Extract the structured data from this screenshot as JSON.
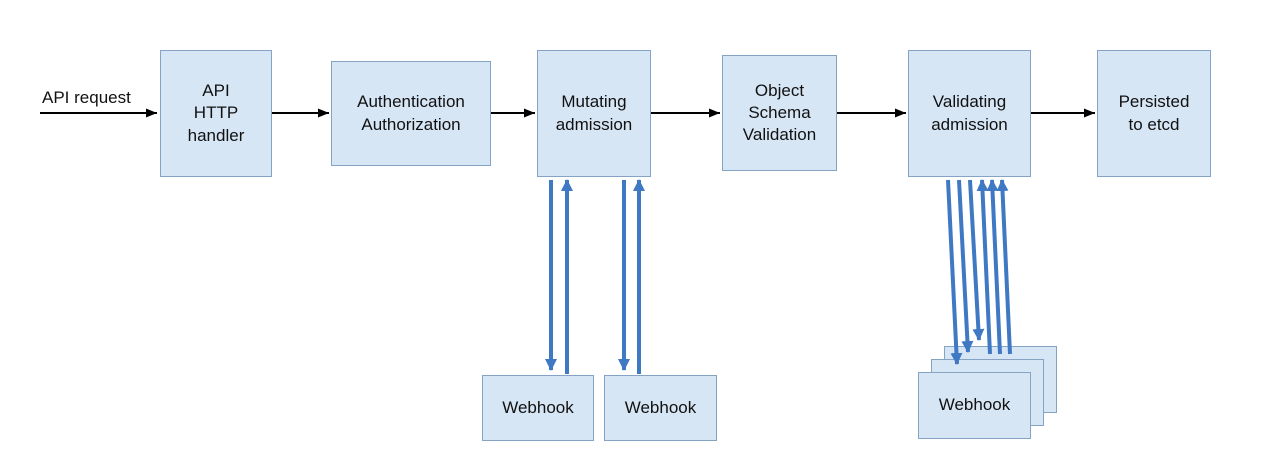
{
  "colors": {
    "box_fill": "#d7e6f5",
    "box_border": "#85a3c2",
    "flow_arrow": "#000000",
    "webhook_arrow": "#3f78c3",
    "text": "#111111",
    "background": "#ffffff"
  },
  "flow": {
    "start_label": "API request",
    "boxes": [
      {
        "id": "api-http-handler",
        "label": "API\nHTTP\nhandler"
      },
      {
        "id": "authentication-authorization",
        "label": "Authentication\nAuthorization"
      },
      {
        "id": "mutating-admission",
        "label": "Mutating\nadmission"
      },
      {
        "id": "object-schema-validation",
        "label": "Object\nSchema\nValidation"
      },
      {
        "id": "validating-admission",
        "label": "Validating\nadmission"
      },
      {
        "id": "persisted-to-etcd",
        "label": "Persisted\nto etcd"
      }
    ]
  },
  "webhooks": {
    "mutating": [
      {
        "label": "Webhook"
      },
      {
        "label": "Webhook"
      }
    ],
    "validating": {
      "label": "Webhook",
      "stack_count": 3
    }
  }
}
